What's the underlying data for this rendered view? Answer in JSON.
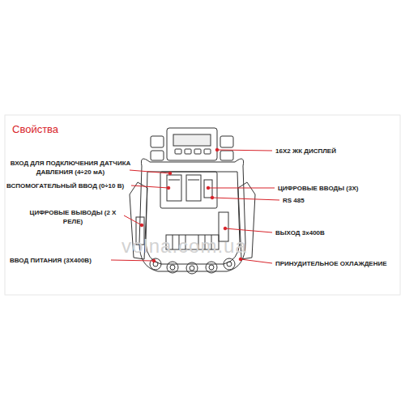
{
  "diagram": {
    "title": "Свойства",
    "labels": [
      "ВХОД ДЛЯ ПОДКЛЮЧЕНИЯ ДАТЧИКА ДАВЛЕНИЯ (4÷20 мА)",
      "ВСПОМОГАТЕЛЬНЫЙ ВВОД (0÷10 В)",
      "ЦИФРОВЫЕ ВЫВОДЫ (2 X РЕЛЕ)",
      "ВВОД ПИТАНИЯ (3X400В)",
      "16X2 ЖК ДИСПЛЕЙ",
      "ЦИФРОВЫЕ ВВОДЫ (3X)",
      "RS 485",
      "ВЫХОД 3x400В",
      "ПРИНУДИТЕЛЬНОЕ ОХЛАЖДЕНИЕ",
      "volna.com.ua"
    ]
  }
}
